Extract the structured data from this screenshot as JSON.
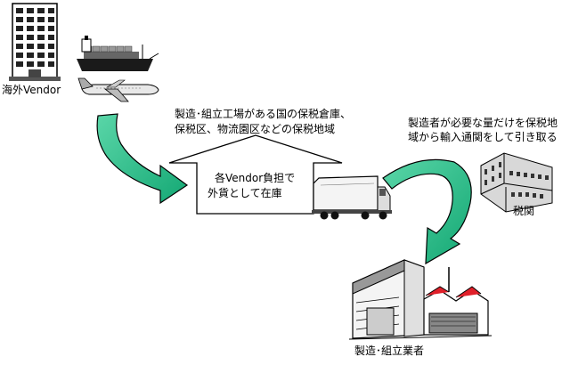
{
  "labels": {
    "overseas_vendor": "海外Vendor",
    "bonded_line1": "製造･組立工場がある国の保税倉庫、",
    "bonded_line2": "保税区、物流園区などの保税地域",
    "customs_line1": "製造者が必要な量だけを保税地",
    "customs_line2": "域から輸入通関をして引き取る",
    "warehouse_line1": "各Vendor負担で",
    "warehouse_line2": "外貨として在庫",
    "customs": "税関",
    "manufacturer": "製造･組立業者"
  },
  "colors": {
    "arrow_fill": "#1fbf86",
    "arrow_stroke": "#000000",
    "roof_red": "#e0202a"
  }
}
